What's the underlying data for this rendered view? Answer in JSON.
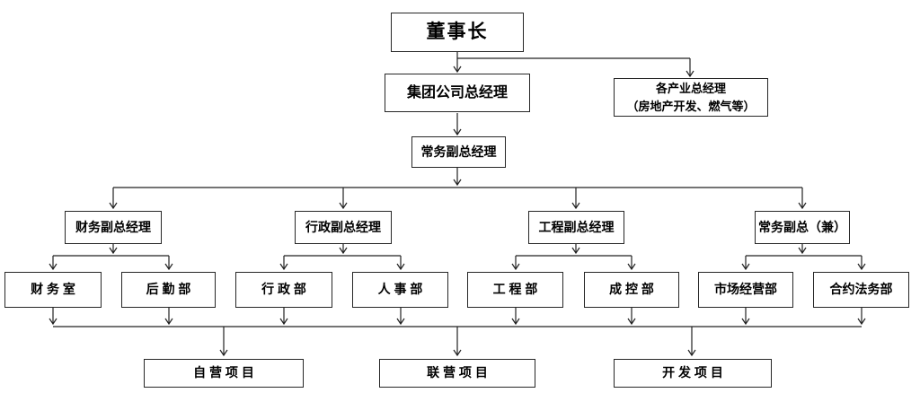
{
  "diagram": {
    "type": "org-chart",
    "colors": {
      "line": "#222222",
      "box_border": "#262626",
      "box_fill": "#ffffff",
      "text": "#000000",
      "background": "#ffffff"
    },
    "nodes": {
      "chairman": {
        "label": "董事长"
      },
      "group_gm": {
        "label": "集团公司总经理"
      },
      "industry_gm": {
        "line1": "各产业总经理",
        "line2": "（房地产开发、燃气等）"
      },
      "exec_deputy_gm": {
        "label": "常务副总经理"
      },
      "finance_deputy_gm": {
        "label": "财务副总经理"
      },
      "admin_deputy_gm": {
        "label": "行政副总经理"
      },
      "engineering_deputy_gm": {
        "label": "工程副总经理"
      },
      "exec_deputy_concurrent": {
        "label": "常务副总（兼）"
      },
      "finance_office": {
        "label": "财 务 室"
      },
      "logistics_dept": {
        "label": "后 勤 部"
      },
      "admin_dept": {
        "label": "行 政 部"
      },
      "hr_dept": {
        "label": "人 事 部"
      },
      "engineering_dept": {
        "label": "工 程 部"
      },
      "cost_control_dept": {
        "label": "成 控 部"
      },
      "marketing_dept": {
        "label": "市场经营部"
      },
      "contract_legal_dept": {
        "label": "合约法务部"
      },
      "self_operated_projects": {
        "label": "自 营 项 目"
      },
      "joint_venture_projects": {
        "label": "联 营 项 目"
      },
      "development_projects": {
        "label": "开 发 项 目"
      }
    },
    "edges": [
      "chairman -> group_gm",
      "chairman -> industry_gm",
      "group_gm -> exec_deputy_gm",
      "exec_deputy_gm -> finance_deputy_gm",
      "exec_deputy_gm -> admin_deputy_gm",
      "exec_deputy_gm -> engineering_deputy_gm",
      "exec_deputy_gm -> exec_deputy_concurrent",
      "finance_deputy_gm -> finance_office",
      "finance_deputy_gm -> logistics_dept",
      "admin_deputy_gm -> admin_dept",
      "admin_deputy_gm -> hr_dept",
      "engineering_deputy_gm -> engineering_dept",
      "engineering_deputy_gm -> cost_control_dept",
      "exec_deputy_concurrent -> marketing_dept",
      "exec_deputy_concurrent -> contract_legal_dept",
      "departments -> self_operated_projects",
      "departments -> joint_venture_projects",
      "departments -> development_projects"
    ]
  }
}
